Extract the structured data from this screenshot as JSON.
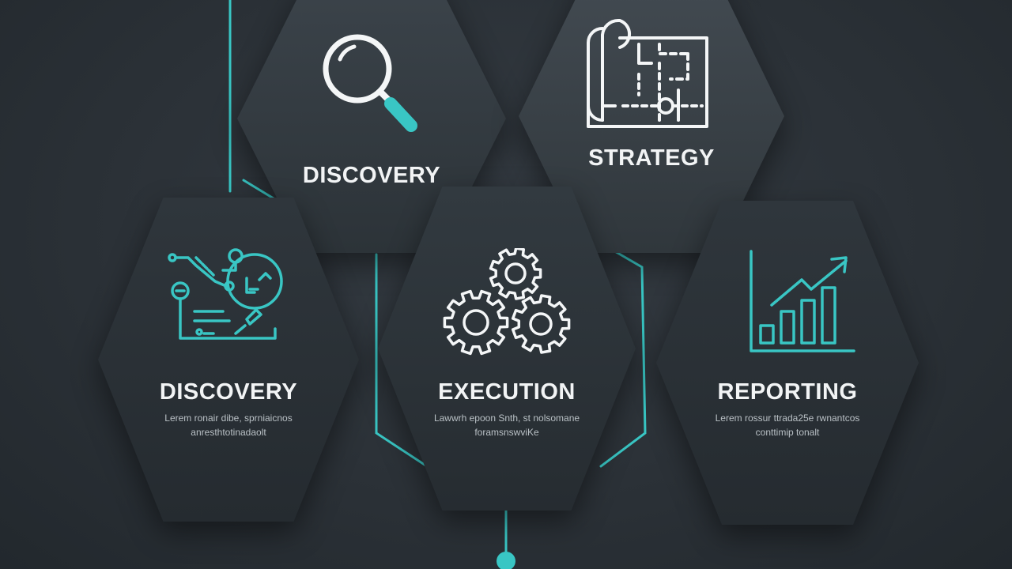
{
  "colors": {
    "background": "#2b3137",
    "hex_fill_top": "#3a4248",
    "hex_fill_bottom": "#262c31",
    "accent": "#39c6c4",
    "title": "#f2f4f5",
    "description": "#b9c0c5",
    "icon_light": "#f4f6f7"
  },
  "nodes": [
    {
      "title": "DISCOVERY",
      "description": [],
      "icon": "magnifying-glass-icon"
    },
    {
      "title": "STRATEGY",
      "description": [],
      "icon": "blueprint-icon"
    },
    {
      "title": "DISCOVERY",
      "description": [
        "Lerem ronair dibe, sprniaicnos",
        "anresthtotinadaolt"
      ],
      "icon": "circuit-icon"
    },
    {
      "title": "EXECUTION",
      "description": [
        "Lawwrh epoon Snth, st nolsomane",
        "foramsnswviKe"
      ],
      "icon": "gears-icon"
    },
    {
      "title": "REPORTING",
      "description": [
        "Lerem rossur ttrada25e rwnantcos",
        "conttimip tonalt"
      ],
      "icon": "bar-chart-growth-icon"
    }
  ]
}
